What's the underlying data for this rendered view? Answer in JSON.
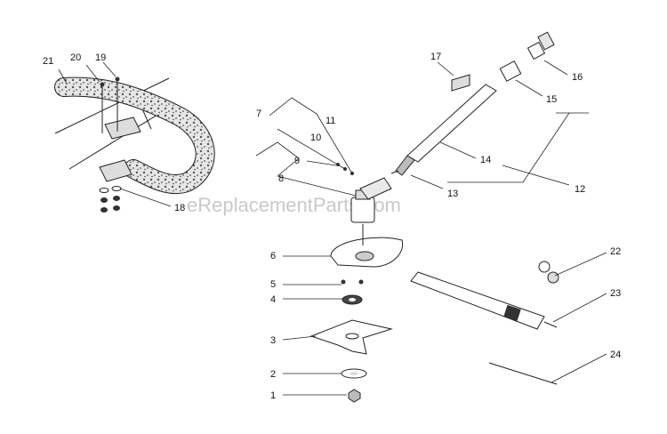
{
  "watermark": "eReplacementParts.com",
  "callouts": [
    "1",
    "2",
    "3",
    "4",
    "5",
    "6",
    "7",
    "8",
    "9",
    "10",
    "11",
    "12",
    "13",
    "14",
    "15",
    "16",
    "17",
    "18",
    "19",
    "20",
    "21",
    "22",
    "23",
    "24"
  ]
}
